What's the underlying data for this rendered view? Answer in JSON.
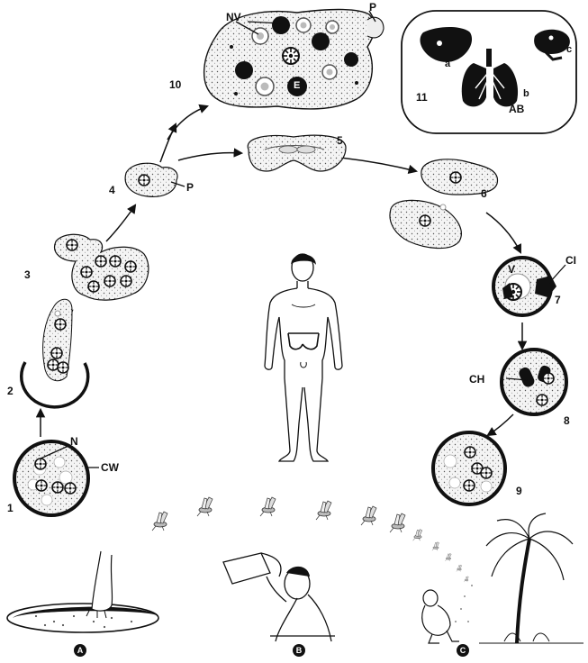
{
  "stages": {
    "s1": "1",
    "s2": "2",
    "s3": "3",
    "s4": "4",
    "s5": "5",
    "s6": "6",
    "s7": "7",
    "s8": "8",
    "s9": "9",
    "s10": "10",
    "s11": "11"
  },
  "parts": {
    "nucleus": "N",
    "cyst_wall": "CW",
    "pseudopod_4": "P",
    "pseudopod_10": "P",
    "nuclear_variation": "NV",
    "ingested_cell": "E",
    "vacuole": "V",
    "chromatoid": "CI",
    "chromatoid_bodies": "CH"
  },
  "organs": {
    "liver": "a",
    "lung": "b",
    "brain": "c",
    "abscess": "AB"
  },
  "routes": {
    "soil": "A",
    "drinking": "B",
    "defecation": "C"
  },
  "colors": {
    "ink": "#111111",
    "stipple": "#f1f1f1",
    "paper": "#ffffff"
  }
}
